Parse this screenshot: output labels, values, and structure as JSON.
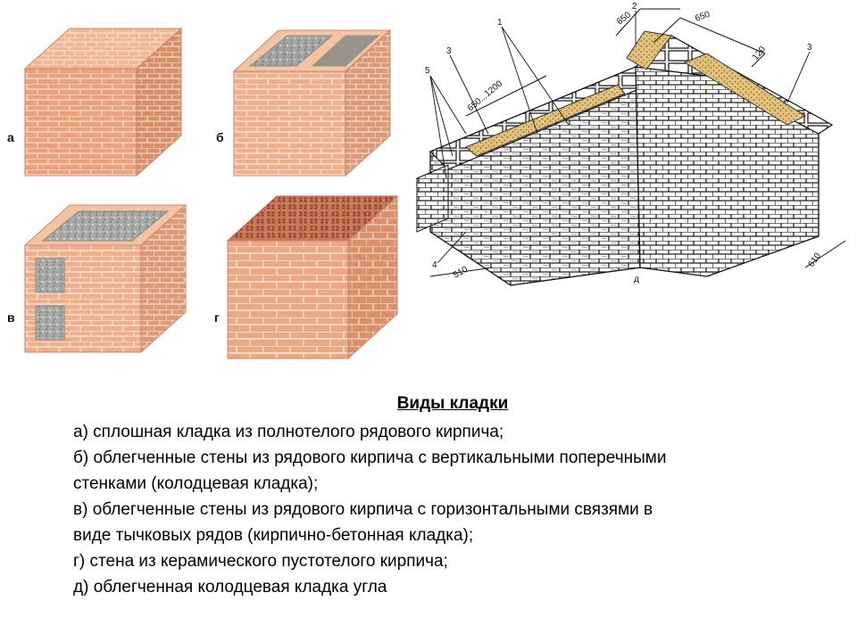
{
  "panels": {
    "a_label": "а",
    "b_label": "б",
    "v_label": "в",
    "g_label": "г",
    "d_label": "д"
  },
  "diagram": {
    "dims": [
      "650",
      "650",
      "120",
      "650...1200",
      "510",
      "610"
    ],
    "callouts": [
      "1",
      "2",
      "3",
      "3",
      "4",
      "5"
    ]
  },
  "caption": {
    "title": "Виды кладки",
    "lines": [
      "а) сплошная кладка из полнотелого  рядового кирпича;",
      "б) облегченные стены из рядового кирпича с вертикальными поперечными",
      "стенками (колодцевая кладка);",
      "в) облегченные стены из рядового кирпича с горизонтальными связями в",
      "виде тычковых рядов (кирпично-бетонная кладка);",
      "г) стена из керамического пустотелого кирпича;",
      "д) облегченная колодцевая кладка угла"
    ]
  },
  "colors": {
    "brick": "#e6a07a",
    "brick_light": "#f2c6a6",
    "mortar": "#f6e6d8",
    "concrete": "#9a9a9a",
    "fill_sand": "#d9b66a"
  }
}
